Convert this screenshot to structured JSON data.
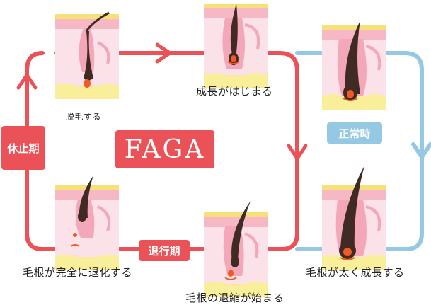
{
  "diagram": {
    "center_label": "FAGA",
    "phases": {
      "resting": "休止期",
      "regression": "退行期",
      "normal": "正常時"
    },
    "stages": {
      "shedding": "脱毛する",
      "growth_start": "成長がはじまる",
      "thick_growth": "毛根が太く成長する",
      "shrink_start": "毛根の退縮が始まる",
      "full_regression": "毛根が完全に退化する"
    },
    "colors": {
      "faga_cycle": "#ea5257",
      "normal_cycle": "#94c8e3",
      "skin": "#f7d3dd",
      "hair": "#3f2b24",
      "papilla": "#f15a24"
    }
  }
}
